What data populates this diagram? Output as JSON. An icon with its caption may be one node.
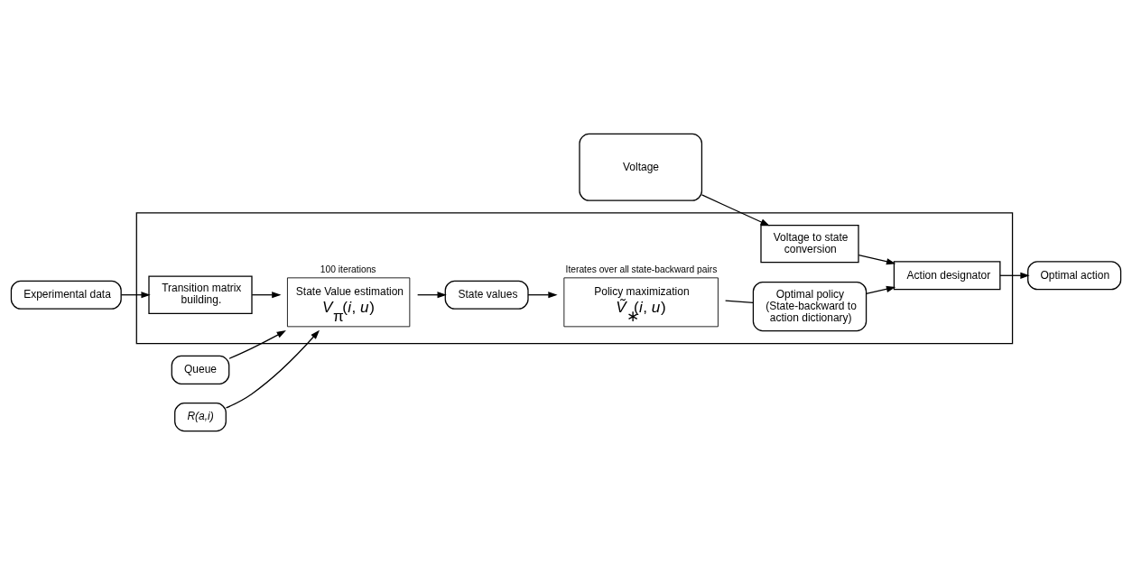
{
  "diagram": {
    "nodes": [
      {
        "text": [],
        "shape": "box"
      },
      {
        "text": [
          "Queue"
        ]
      },
      {
        "text": [
          "R(a,i)"
        ]
      },
      {
        "text": [
          "State Value estimation",
          "*V*$_{π}$(*i*, *u*)"
        ],
        "in": 0,
        "beside": [
          "100 iterations"
        ]
      },
      {
        "text": [
          "State values"
        ],
        "in": 0
      },
      {
        "text": [
          "Policy maximization",
          "*Ṽ*$_{∗}$(*i*, *u*)"
        ],
        "in": 0,
        "beside": [
          "Iterates over all state-backward pairs"
        ]
      },
      {
        "text": [
          "Optimal policy (State-backward to action dictionary)"
        ],
        "in": 0
      },
      {
        "text": [
          "Action designator"
        ],
        "in": 0
      },
      {
        "text": [
          "Optimal action"
        ]
      },
      {
        "text": [
          "Experimental data"
        ]
      },
      {
        "text": [
          "Transition matrix building."
        ],
        "in": 0
      },
      {
        "text": [
          "Voltage"
        ]
      },
      {
        "text": [
          "Voltage to state conversion"
        ],
        "in": 0
      }
    ],
    "edges": [
      {
        "from": 1,
        "to": 3,
        "arrow": "to"
      },
      {
        "from": 2,
        "to": 3,
        "arrow": "to"
      },
      {
        "from": 3,
        "to": 4,
        "arrow": "to"
      },
      {
        "from": 4,
        "to": 5,
        "arrow": "to"
      },
      {
        "from": 5,
        "to": 6,
        "arrow": "none"
      },
      {
        "from": 6,
        "to": 7,
        "arrow": "to"
      },
      {
        "from": 7,
        "to": 8,
        "arrow": "to"
      },
      {
        "from": 9,
        "to": 10,
        "arrow": "to"
      },
      {
        "from": 10,
        "to": 3,
        "arrow": "to"
      },
      {
        "from": 11,
        "to": 12,
        "arrow": "to"
      },
      {
        "from": 12,
        "to": 7,
        "arrow": "to"
      }
    ]
  }
}
